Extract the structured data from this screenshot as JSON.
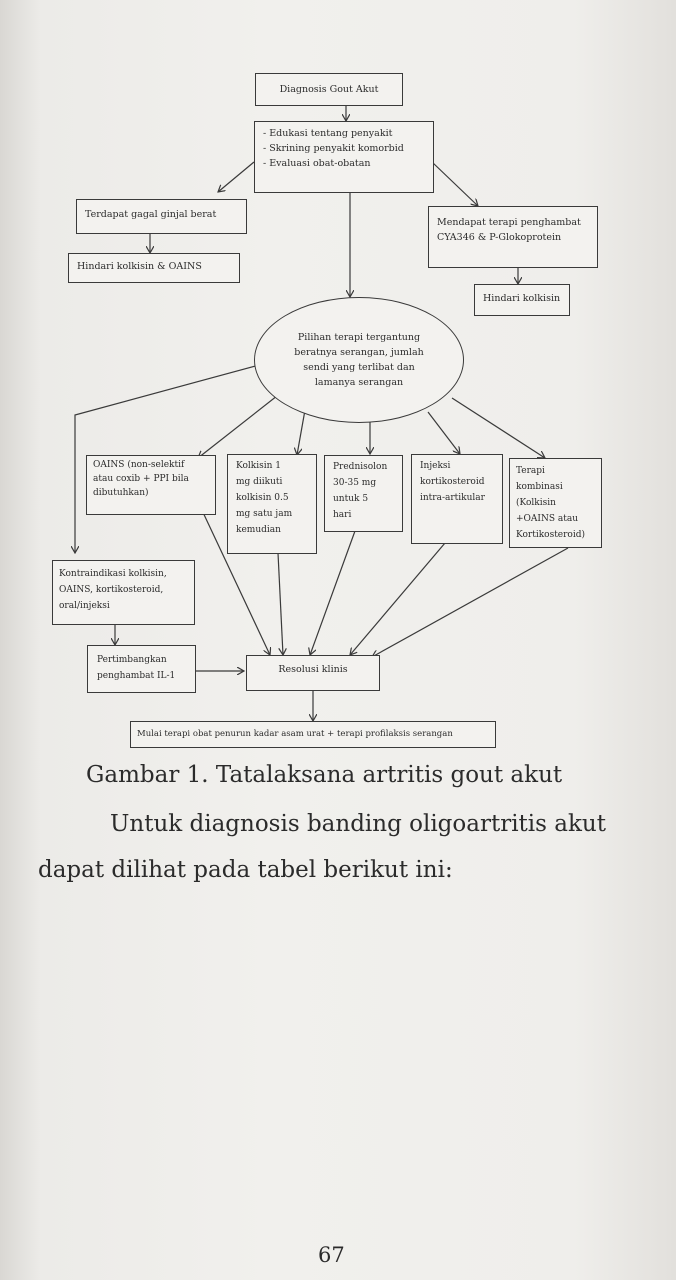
{
  "flowchart": {
    "diagnosis": "Diagnosis Gout Akut",
    "education": [
      "- Edukasi tentang penyakit",
      "- Skrining penyakit komorbid",
      "- Evaluasi obat-obatan"
    ],
    "kidney_failure": "Terdapat gagal ginjal berat",
    "avoid_colchicine_nsaid": "Hindari kolkisin & OAINS",
    "cyp_therapy": [
      "Mendapat terapi penghambat",
      "CYA346 & P-Glokoprotein"
    ],
    "avoid_colchicine": "Hindari kolkisin",
    "therapy_choice": [
      "Pilihan terapi tergantung",
      "beratnya serangan, jumlah",
      "sendi yang terlibat dan",
      "lamanya serangan"
    ],
    "oains": [
      "OAINS (non-selektif",
      "atau coxib + PPI bila",
      "dibutuhkan)"
    ],
    "colchicine": [
      "Kolkisin 1",
      "mg diikuti",
      "kolkisin 0.5",
      "mg satu jam",
      "kemudian"
    ],
    "prednisolone": [
      "Prednisolon",
      "30-35 mg",
      "untuk 5",
      "hari"
    ],
    "corticosteroid_injection": [
      "Injeksi",
      "kortikosteroid",
      "intra-artikular"
    ],
    "combination": [
      "Terapi",
      "kombinasi",
      "(Kolkisin",
      "+OAINS atau",
      "Kortikosteroid)"
    ],
    "contraindication": [
      "Kontraindikasi kolkisin,",
      "OAINS, kortikosteroid,",
      "oral/injeksi"
    ],
    "il1_inhibitor": [
      "Pertimbangkan",
      "penghambat IL-1"
    ],
    "clinical_resolution": "Resolusi klinis",
    "final_step": "Mulai terapi obat penurun kadar asam urat + terapi profilaksis serangan"
  },
  "caption": "Gambar 1. Tatalaksana artritis gout akut",
  "paragraph": {
    "line1": "Untuk diagnosis banding oligoartritis akut",
    "line2": "dapat dilihat pada tabel berikut ini:"
  },
  "page_number": "67"
}
